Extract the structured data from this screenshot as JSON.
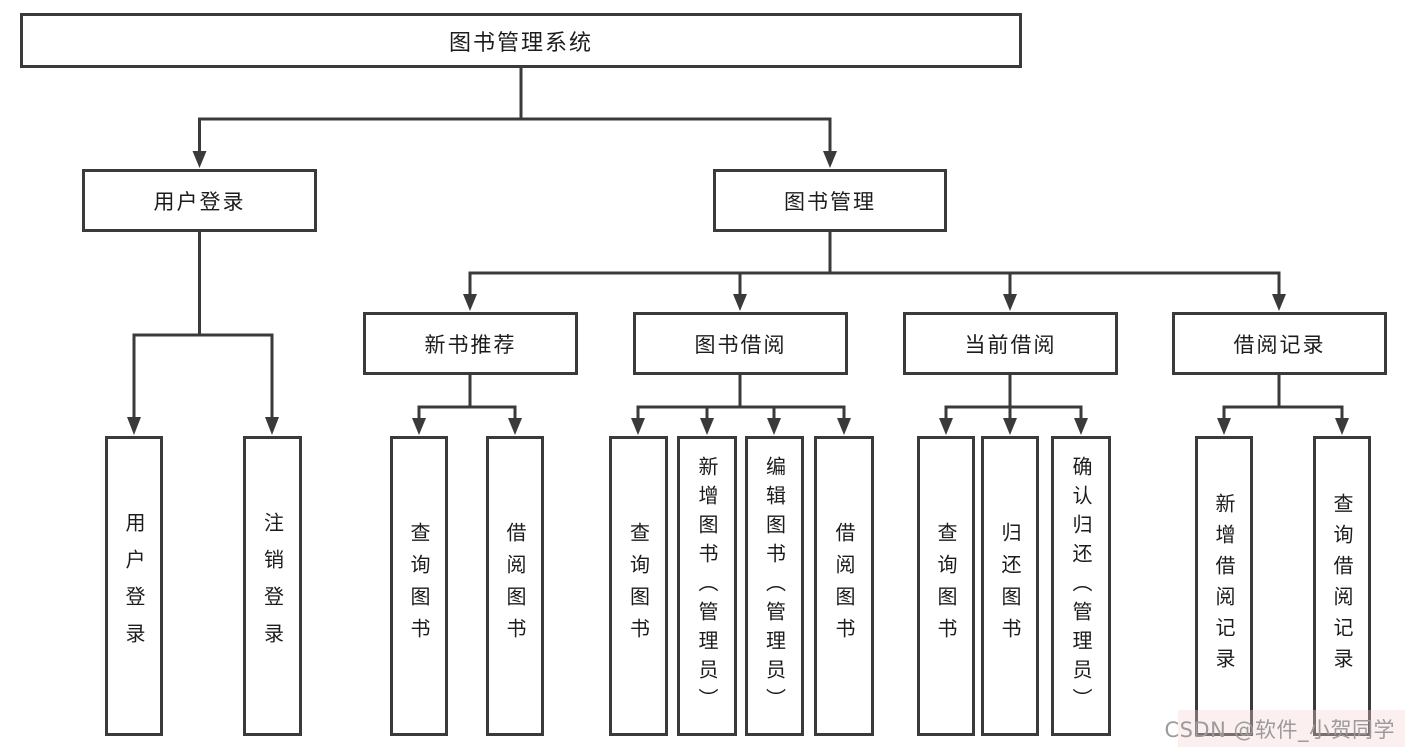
{
  "diagram_title": "图书管理系统",
  "nodes": {
    "root": "图书管理系统",
    "user": "用户登录",
    "book": "图书管理",
    "rec": "新书推荐",
    "borrow": "图书借阅",
    "current": "当前借阅",
    "history": "借阅记录",
    "user_login": "用户登录",
    "user_logout": "注销登录",
    "rec_query": "查询图书",
    "rec_borrow": "借阅图书",
    "borrow_query": "查询图书",
    "borrow_add": "新增图书（管理员）",
    "borrow_edit": "编辑图书（管理员）",
    "borrow_borrow": "借阅图书",
    "current_query": "查询图书",
    "current_return": "归还图书",
    "current_confirm": "确认归还（管理员）",
    "history_add": "新增借阅记录",
    "history_query": "查询借阅记录"
  },
  "tree": {
    "root": "图书管理系统",
    "branches": [
      {
        "label": "用户登录",
        "children": [
          "用户登录",
          "注销登录"
        ]
      },
      {
        "label": "图书管理",
        "children": [
          {
            "label": "新书推荐",
            "children": [
              "查询图书",
              "借阅图书"
            ]
          },
          {
            "label": "图书借阅",
            "children": [
              "查询图书",
              "新增图书（管理员）",
              "编辑图书（管理员）",
              "借阅图书"
            ]
          },
          {
            "label": "当前借阅",
            "children": [
              "查询图书",
              "归还图书",
              "确认归还（管理员）"
            ]
          },
          {
            "label": "借阅记录",
            "children": [
              "新增借阅记录",
              "查询借阅记录"
            ]
          }
        ]
      }
    ]
  },
  "watermark": {
    "text": "CSDN @软件_小贺同学",
    "color": "#9b9b9b"
  },
  "colors": {
    "line": "#3a3a3a",
    "box_background": "#ffffff",
    "text": "#1c1c1c"
  }
}
